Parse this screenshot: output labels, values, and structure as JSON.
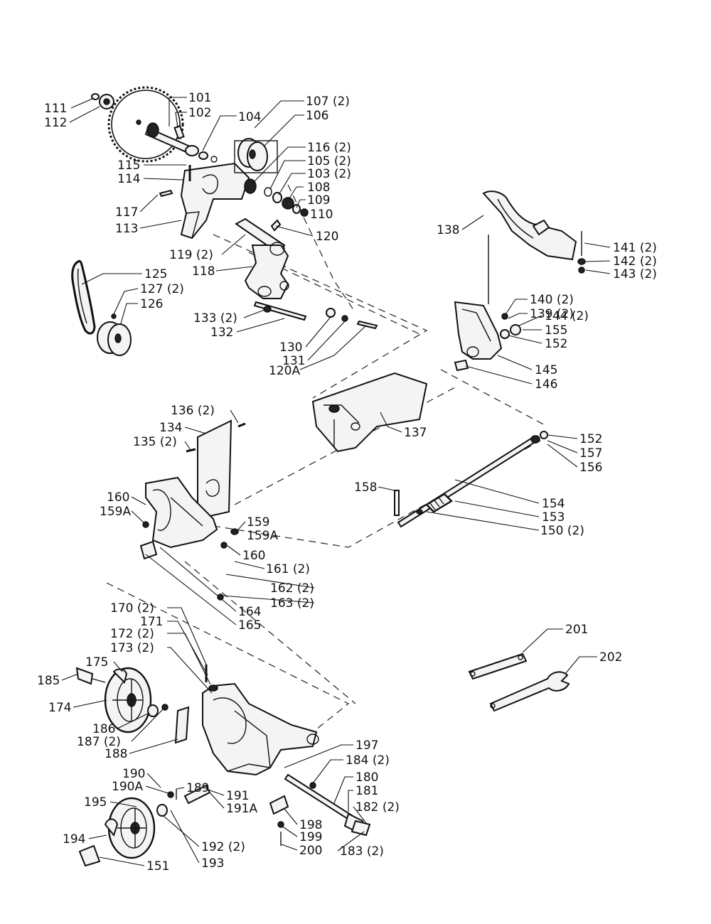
{
  "callouts": [
    {
      "id": "c101",
      "text": "101"
    },
    {
      "id": "c102",
      "text": "102"
    },
    {
      "id": "c104",
      "text": "104"
    },
    {
      "id": "c107",
      "text": "107 (2)"
    },
    {
      "id": "c106",
      "text": "106"
    },
    {
      "id": "c111",
      "text": "111"
    },
    {
      "id": "c112",
      "text": "112"
    },
    {
      "id": "c116",
      "text": "116 (2)"
    },
    {
      "id": "c105",
      "text": "105 (2)"
    },
    {
      "id": "c103",
      "text": "103 (2)"
    },
    {
      "id": "c115",
      "text": "115"
    },
    {
      "id": "c114",
      "text": "114"
    },
    {
      "id": "c108",
      "text": "108"
    },
    {
      "id": "c109",
      "text": "109"
    },
    {
      "id": "c110",
      "text": "110"
    },
    {
      "id": "c117",
      "text": "117"
    },
    {
      "id": "c113",
      "text": "113"
    },
    {
      "id": "c120",
      "text": "120"
    },
    {
      "id": "c119",
      "text": "119 (2)"
    },
    {
      "id": "c118",
      "text": "118"
    },
    {
      "id": "c125",
      "text": "125"
    },
    {
      "id": "c127",
      "text": "127 (2)"
    },
    {
      "id": "c126",
      "text": "126"
    },
    {
      "id": "c133",
      "text": "133 (2)"
    },
    {
      "id": "c132",
      "text": "132"
    },
    {
      "id": "c130",
      "text": "130"
    },
    {
      "id": "c131",
      "text": "131"
    },
    {
      "id": "c120A",
      "text": "120A"
    },
    {
      "id": "c138",
      "text": "138"
    },
    {
      "id": "c141",
      "text": "141 (2)"
    },
    {
      "id": "c142",
      "text": "142 (2)"
    },
    {
      "id": "c143",
      "text": "143 (2)"
    },
    {
      "id": "c140",
      "text": "140 (2)"
    },
    {
      "id": "c139",
      "text": "139 (2)"
    },
    {
      "id": "c144",
      "text": "144 (2)"
    },
    {
      "id": "c155",
      "text": "155"
    },
    {
      "id": "c152a",
      "text": "152"
    },
    {
      "id": "c145",
      "text": "145"
    },
    {
      "id": "c146",
      "text": "146"
    },
    {
      "id": "c136",
      "text": "136 (2)"
    },
    {
      "id": "c134",
      "text": "134"
    },
    {
      "id": "c135",
      "text": "135 (2)"
    },
    {
      "id": "c137",
      "text": "137"
    },
    {
      "id": "c152b",
      "text": "152"
    },
    {
      "id": "c157",
      "text": "157"
    },
    {
      "id": "c156",
      "text": "156"
    },
    {
      "id": "c158",
      "text": "158"
    },
    {
      "id": "c154",
      "text": "154"
    },
    {
      "id": "c153",
      "text": "153"
    },
    {
      "id": "c150",
      "text": "150 (2)"
    },
    {
      "id": "c160a",
      "text": "160"
    },
    {
      "id": "c159Aa",
      "text": "159A"
    },
    {
      "id": "c159",
      "text": "159"
    },
    {
      "id": "c159Ab",
      "text": "159A"
    },
    {
      "id": "c160b",
      "text": "160"
    },
    {
      "id": "c161",
      "text": "161 (2)"
    },
    {
      "id": "c162",
      "text": "162 (2)"
    },
    {
      "id": "c163",
      "text": "163 (2)"
    },
    {
      "id": "c164",
      "text": "164"
    },
    {
      "id": "c165",
      "text": "165"
    },
    {
      "id": "c170",
      "text": "170 (2)"
    },
    {
      "id": "c171",
      "text": "171"
    },
    {
      "id": "c172",
      "text": "172 (2)"
    },
    {
      "id": "c173",
      "text": "173 (2)"
    },
    {
      "id": "c175",
      "text": "175"
    },
    {
      "id": "c185",
      "text": "185"
    },
    {
      "id": "c174",
      "text": "174"
    },
    {
      "id": "c186",
      "text": "186"
    },
    {
      "id": "c187",
      "text": "187 (2)"
    },
    {
      "id": "c188",
      "text": "188"
    },
    {
      "id": "c201",
      "text": "201"
    },
    {
      "id": "c202",
      "text": "202"
    },
    {
      "id": "c197",
      "text": "197"
    },
    {
      "id": "c184",
      "text": "184 (2)"
    },
    {
      "id": "c180",
      "text": "180"
    },
    {
      "id": "c181",
      "text": "181"
    },
    {
      "id": "c182",
      "text": "182 (2)"
    },
    {
      "id": "c190",
      "text": "190"
    },
    {
      "id": "c190A",
      "text": "190A"
    },
    {
      "id": "c189",
      "text": "189"
    },
    {
      "id": "c191",
      "text": "191"
    },
    {
      "id": "c191A",
      "text": "191A"
    },
    {
      "id": "c195",
      "text": "195"
    },
    {
      "id": "c198",
      "text": "198"
    },
    {
      "id": "c199",
      "text": "199"
    },
    {
      "id": "c200",
      "text": "200"
    },
    {
      "id": "c183",
      "text": "183 (2)"
    },
    {
      "id": "c194",
      "text": "194"
    },
    {
      "id": "c192",
      "text": "192 (2)"
    },
    {
      "id": "c193",
      "text": "193"
    },
    {
      "id": "c151",
      "text": "151"
    }
  ]
}
